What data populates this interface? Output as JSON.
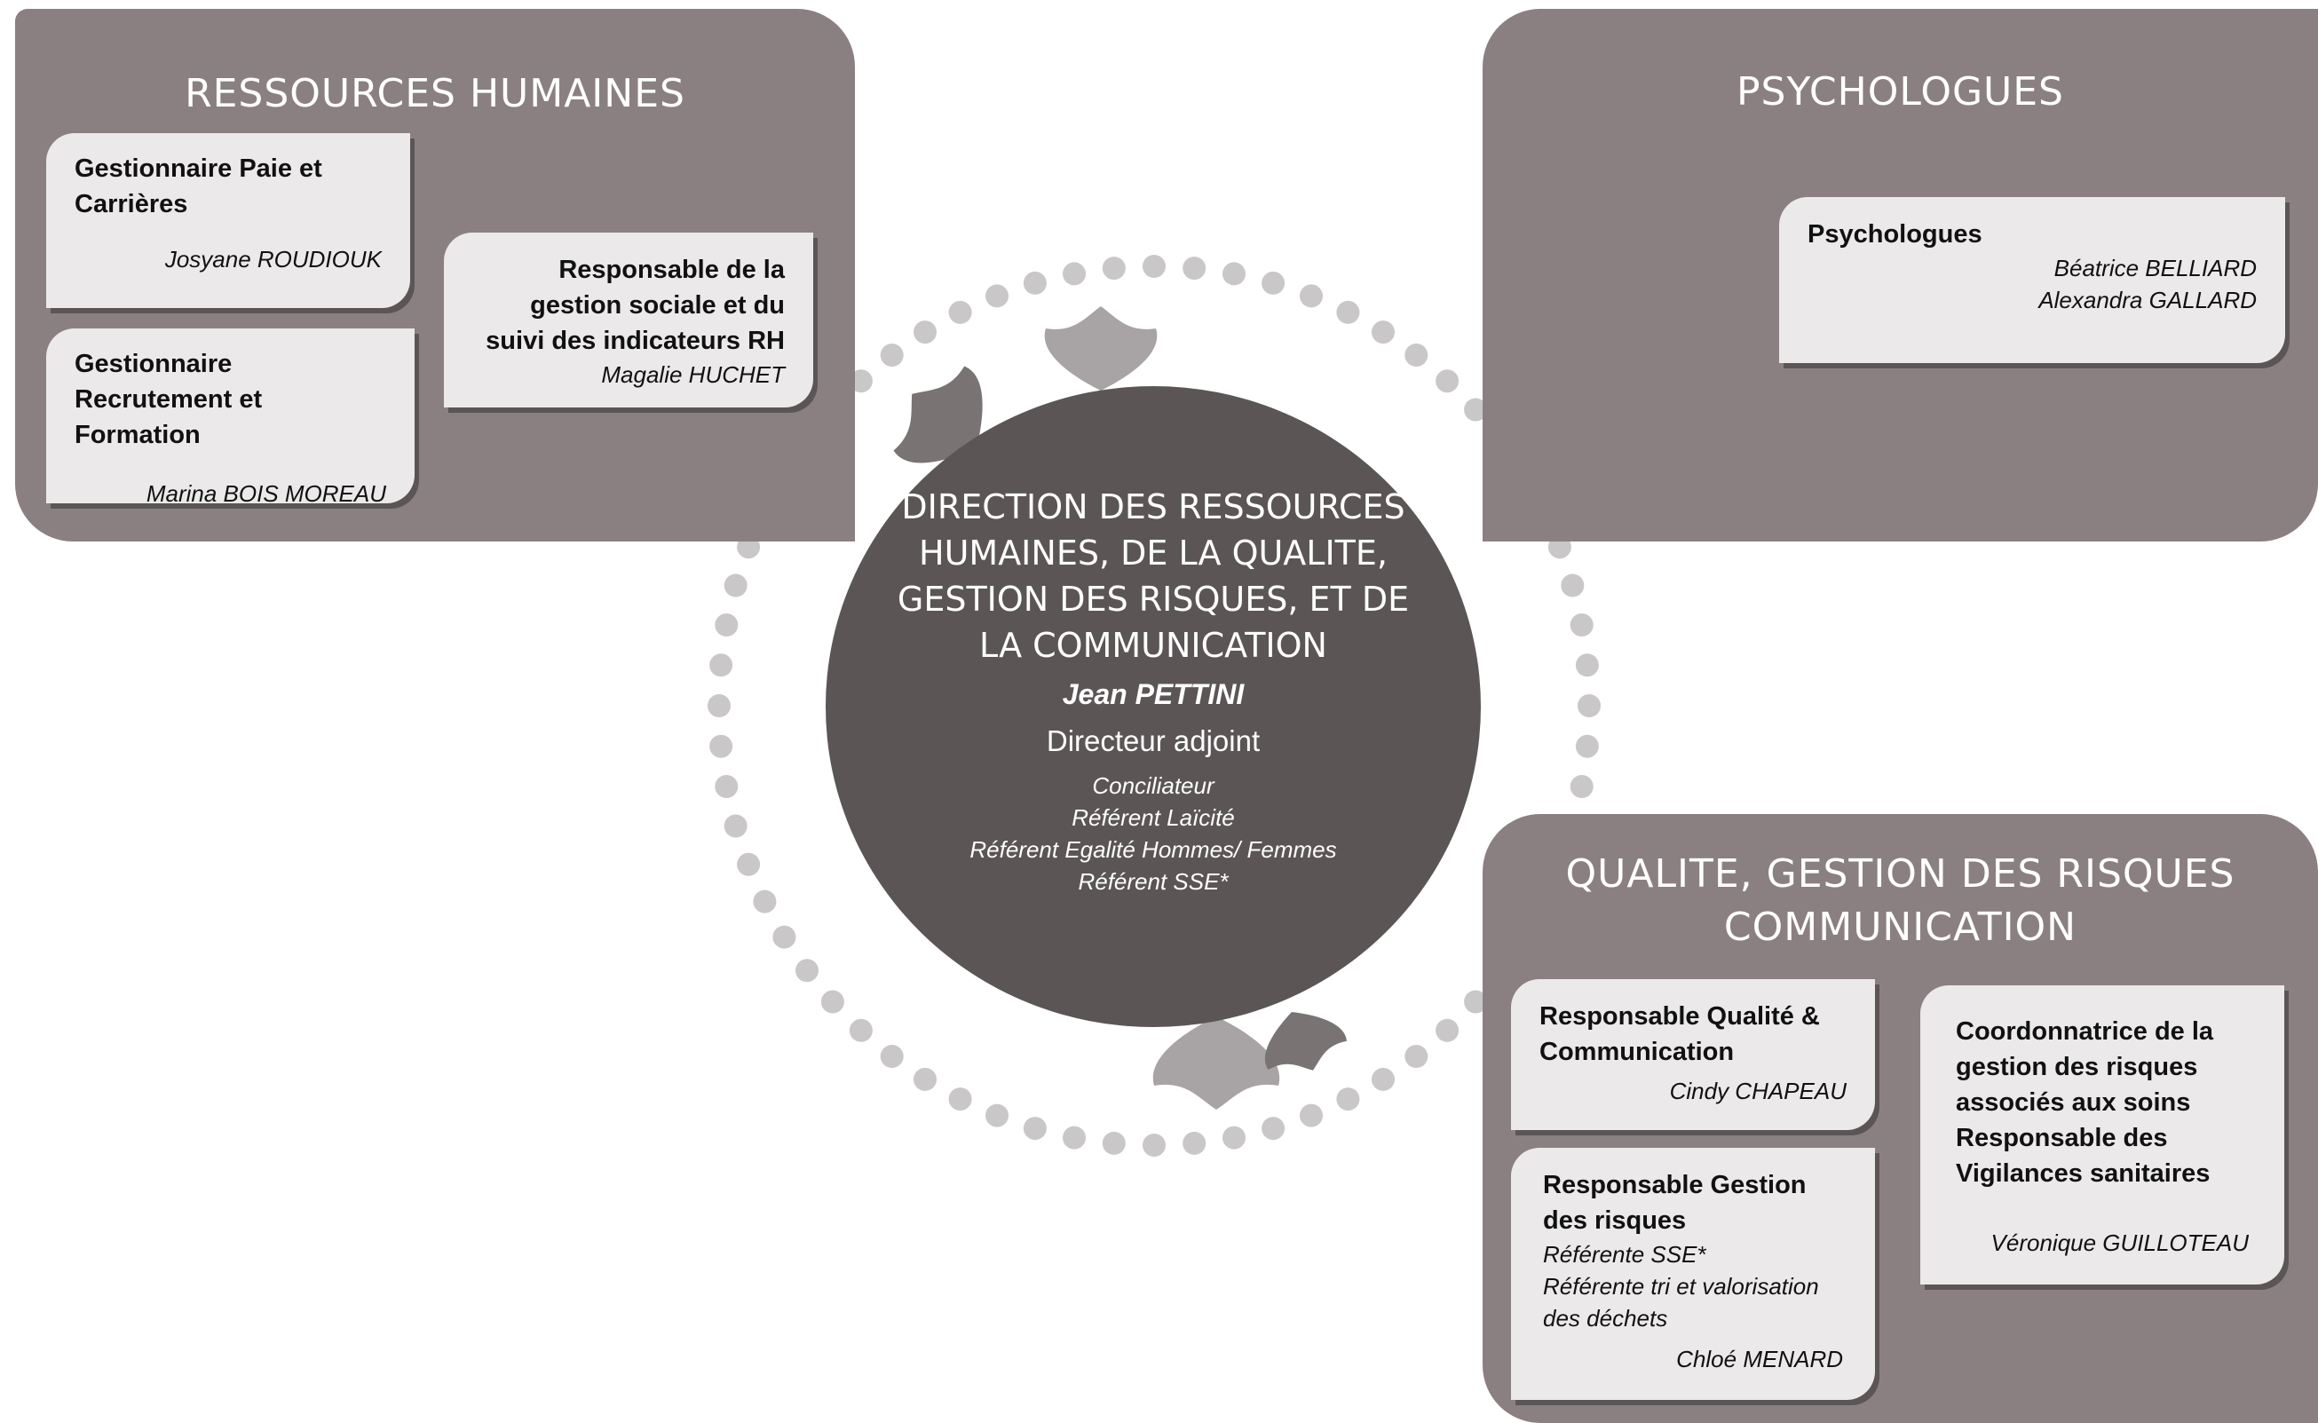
{
  "rh": {
    "title": "RESSOURCES HUMAINES",
    "cards": [
      {
        "role": "Gestionnaire Paie et Carrières",
        "name": "Josyane ROUDIOUK"
      },
      {
        "role": "Gestionnaire Recrutement et Formation",
        "name": "Marina BOIS MOREAU"
      },
      {
        "role": "Responsable de la gestion sociale et du suivi des indicateurs RH",
        "name": "Magalie HUCHET"
      }
    ]
  },
  "psy": {
    "title": "PSYCHOLOGUES",
    "card": {
      "role": "Psychologues",
      "name1": "Béatrice BELLIARD",
      "name2": "Alexandra GALLARD"
    }
  },
  "qgr": {
    "title_line1": "QUALITE, GESTION DES RISQUES",
    "title_line2": "COMMUNICATION",
    "cards": [
      {
        "role": "Responsable Qualité & Communication",
        "name": "Cindy CHAPEAU"
      },
      {
        "role": "Responsable Gestion des risques",
        "extra1": "Référente SSE*",
        "extra2": "Référente tri et valorisation des déchets",
        "name": "Chloé MENARD"
      },
      {
        "role": "Coordonnatrice de la gestion des risques associés aux soins Responsable des Vigilances sanitaires",
        "name": "Véronique GUILLOTEAU"
      }
    ]
  },
  "direction": {
    "title": "DIRECTION DES RESSOURCES HUMAINES, DE LA QUALITE, GESTION DES RISQUES,  ET DE LA COMMUNICATION",
    "name": "Jean PETTINI",
    "role": "Directeur adjoint",
    "extras": [
      "Conciliateur",
      "Référent Laïcité",
      "Référent Egalité Hommes/ Femmes",
      "Référent SSE*"
    ]
  },
  "colors": {
    "panel": "#8b8081",
    "card": "#ebe9ea",
    "circle": "#5b5556",
    "dots": "#c9c7c8",
    "leaf_light": "#a8a3a4",
    "leaf_dark": "#7a7374"
  }
}
